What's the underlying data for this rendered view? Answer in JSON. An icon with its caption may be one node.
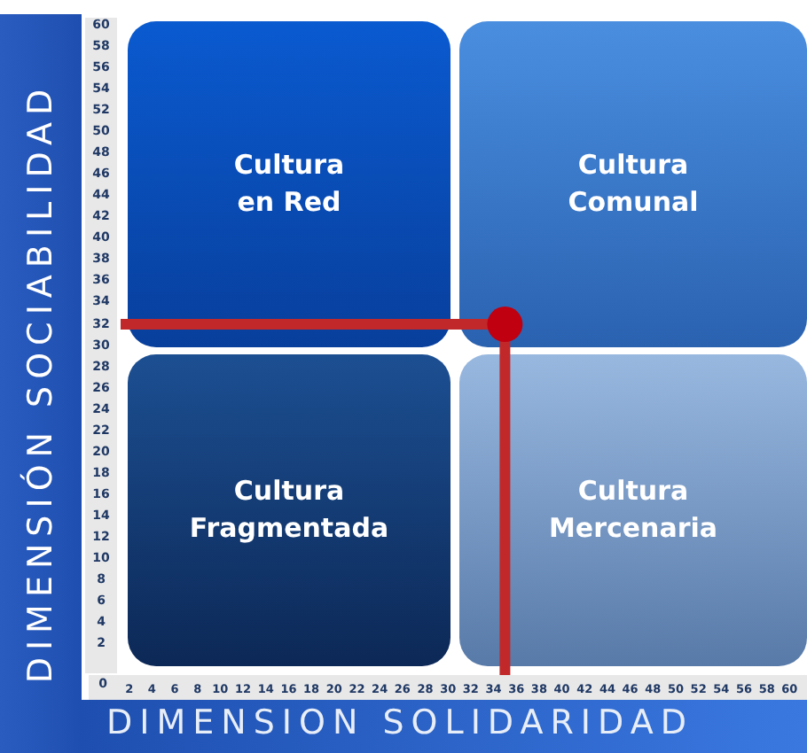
{
  "diagram": {
    "nodes": [
      {
        "text": [
          "Cultura en Red"
        ]
      },
      {
        "text": [
          "Cultura Comunal"
        ]
      },
      {
        "text": [
          "Cultura Fragmentada"
        ]
      },
      {
        "text": [
          "Cultura Mercenaria"
        ]
      }
    ],
    "labels": [
      "DIMENSIÓN SOCIABILIDAD",
      "60",
      "58",
      "56",
      "54",
      "52",
      "50",
      "48",
      "46",
      "44",
      "42",
      "40",
      "38",
      "36",
      "34",
      "32",
      "30",
      "28",
      "26",
      "24",
      "22",
      "20",
      "18",
      "16",
      "14",
      "12",
      "10",
      "8",
      "6",
      "4",
      "2",
      "0",
      "2",
      "4",
      "6",
      "8",
      "10",
      "12",
      "14",
      "16",
      "18",
      "20",
      "22",
      "24",
      "26",
      "28",
      "30",
      "32",
      "34",
      "36",
      "38",
      "40",
      "42",
      "44",
      "46",
      "48",
      "50",
      "52",
      "54",
      "56",
      "58",
      "60",
      "DIMENSION SOLIDARIDAD"
    ]
  }
}
